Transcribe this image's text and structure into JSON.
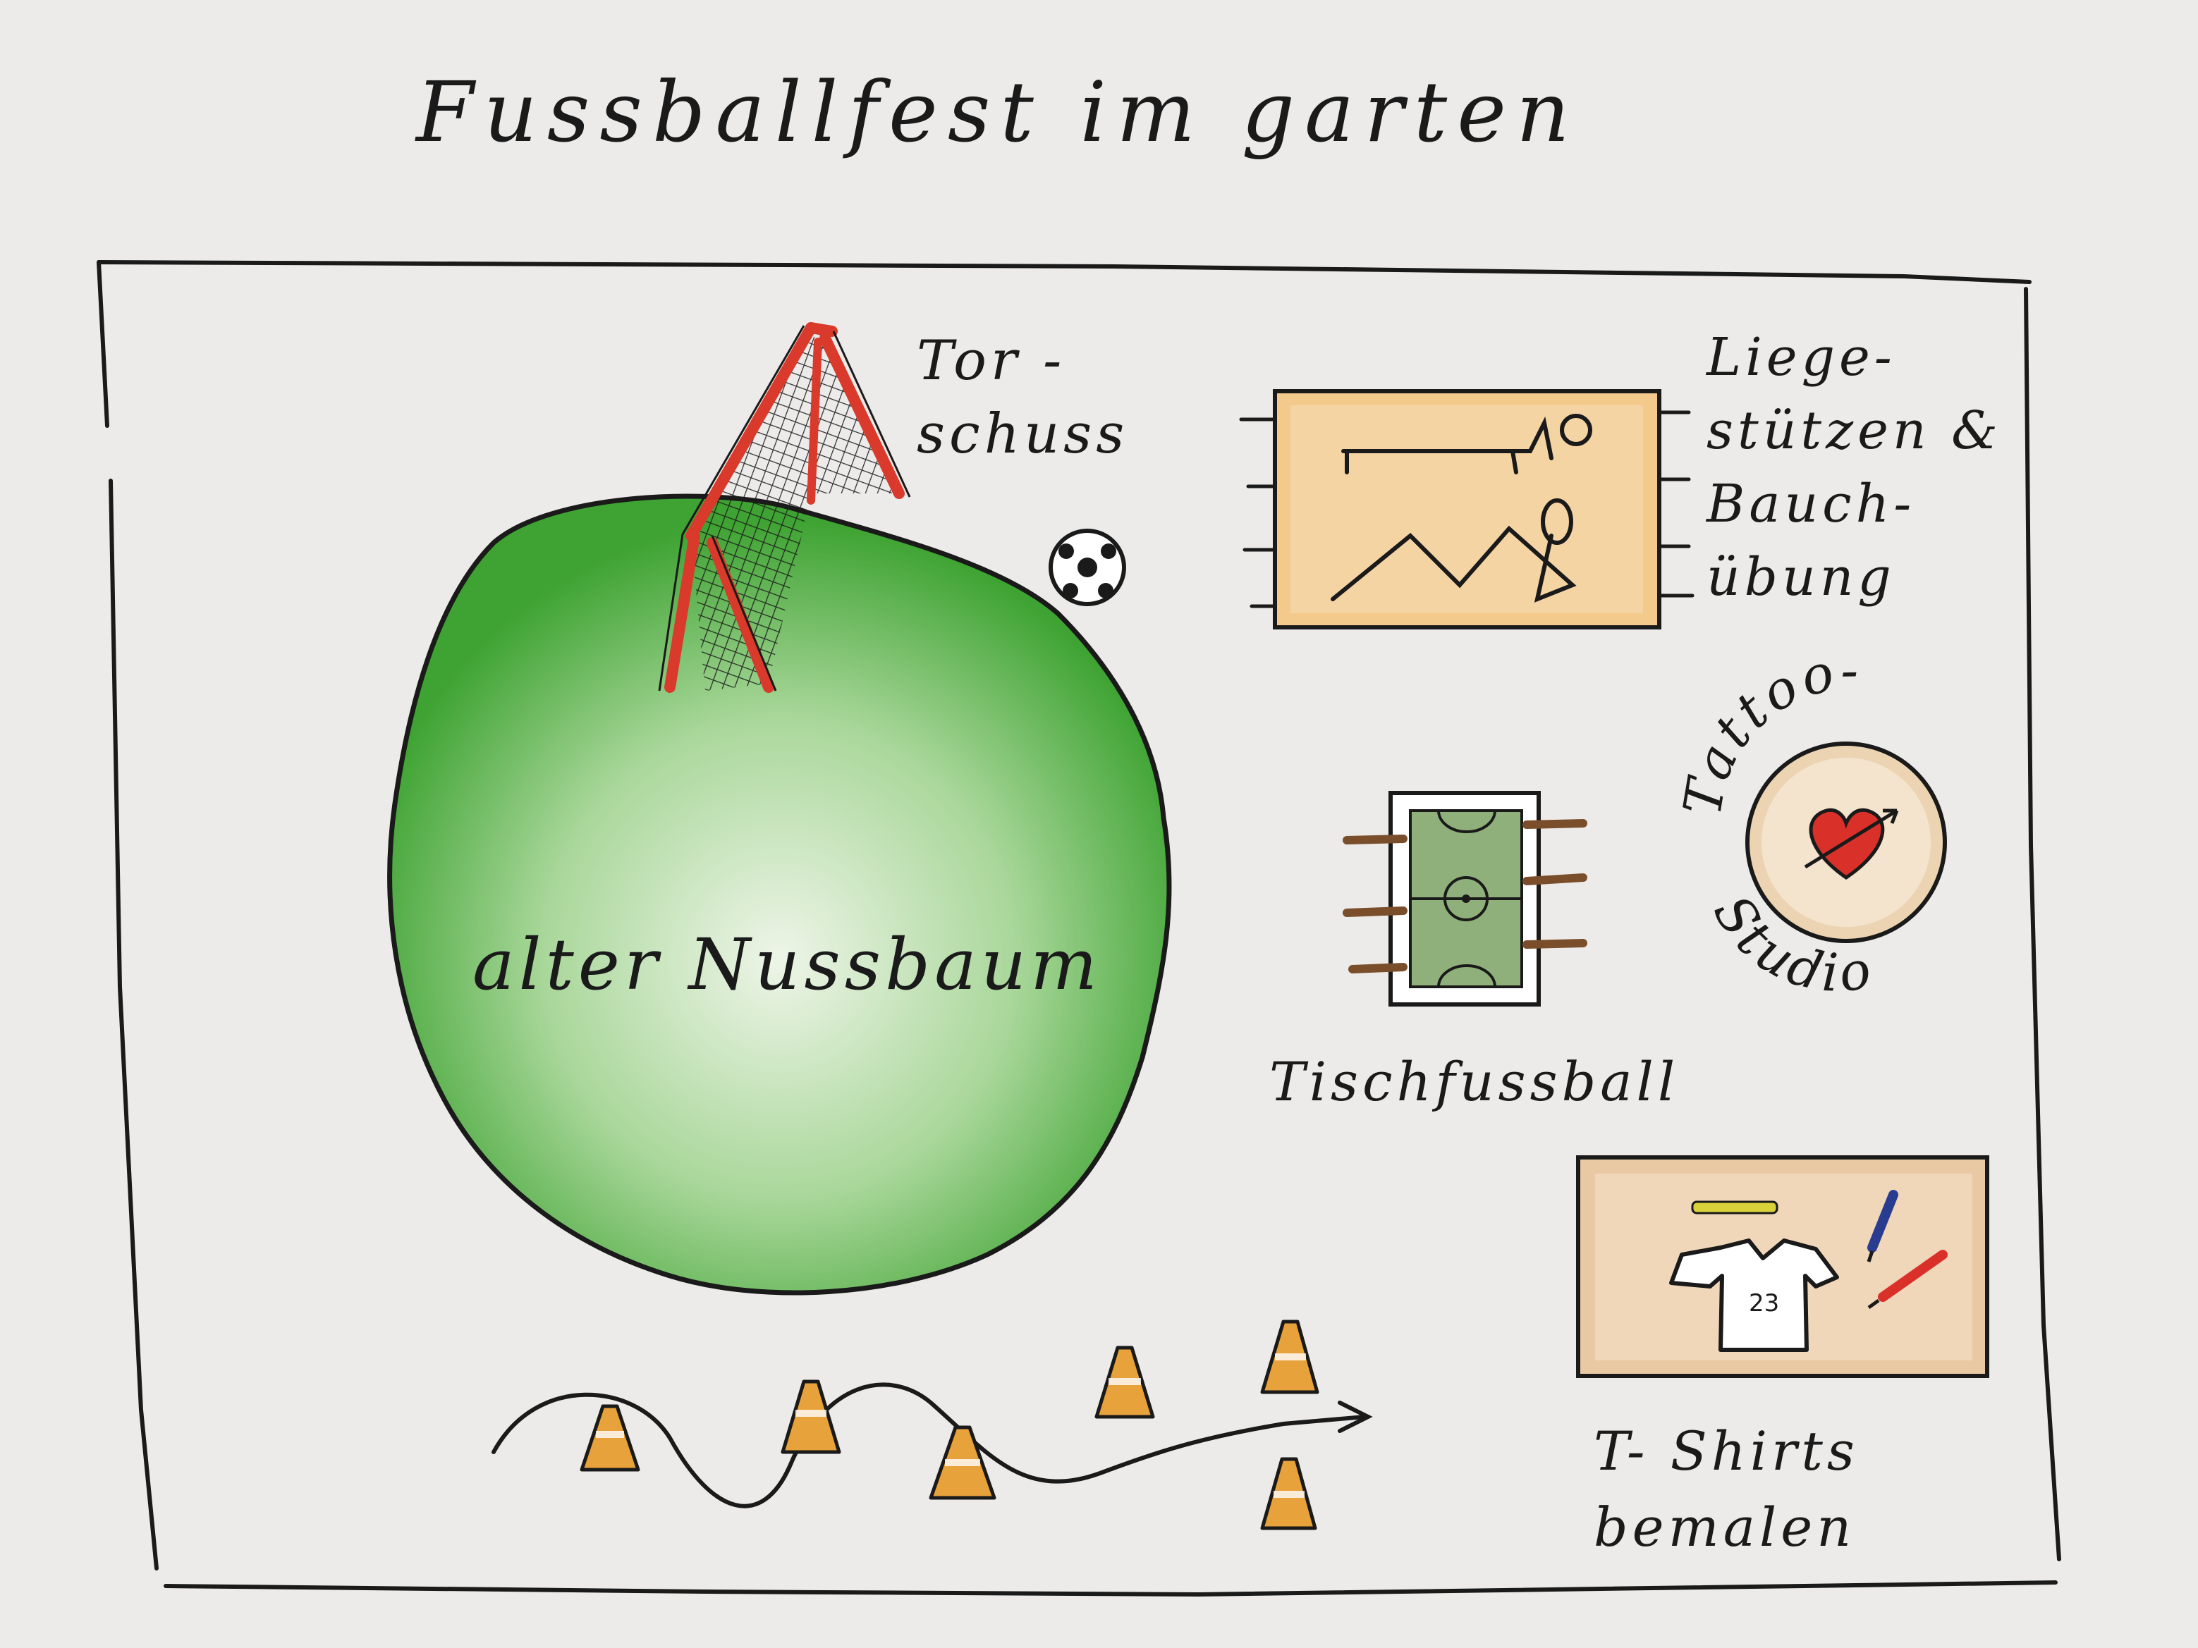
{
  "title": "Fussballfest im garten",
  "stations": {
    "torschuss": {
      "lines": [
        "Tor -",
        "schuss"
      ]
    },
    "liegestuetzen": {
      "lines": [
        "Liege-",
        "stützen &",
        "Bauch-",
        "übung"
      ]
    },
    "tree": {
      "label": "alter Nussbaum"
    },
    "tattoo": {
      "top": "Tattoo-",
      "bottom": "Studio"
    },
    "tischfussball": {
      "label": "Tischfussball"
    },
    "tshirts": {
      "lines": [
        "T- Shirts",
        "bemalen"
      ],
      "shirt_number": "23"
    }
  },
  "colors": {
    "ink": "#1a1a1a",
    "paper": "#ecebea",
    "tree_green": "#4caf3a",
    "goal_red": "#d93a2b",
    "mat_orange": "#f3c98c",
    "table_green": "#8fb07a",
    "tattoo_beige": "#ecd4b2",
    "tshirt_mat": "#e9c9a3",
    "cone_orange": "#e8a23c"
  },
  "icons": [
    "soccer-ball-icon",
    "soccer-goal-icon",
    "heart-arrow-icon",
    "t-shirt-icon",
    "pen-icon",
    "traffic-cone-icon"
  ]
}
